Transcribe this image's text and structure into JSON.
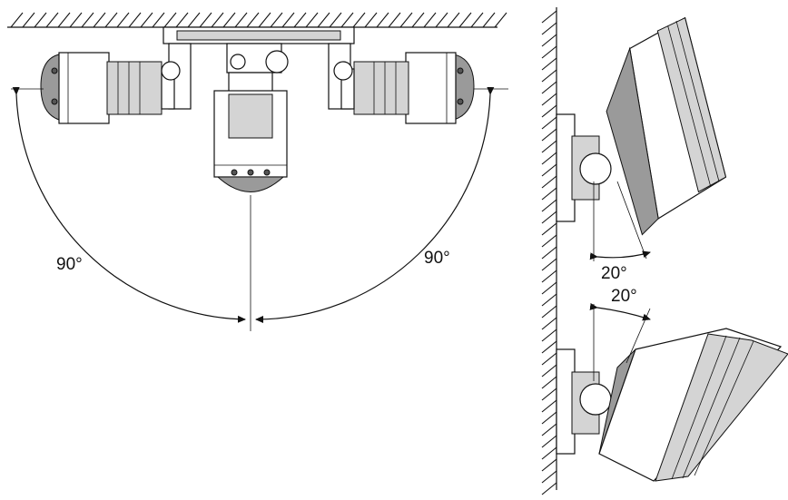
{
  "labels": {
    "pan_left": "90°",
    "pan_right": "90°",
    "tilt_down": "20°",
    "tilt_up": "20°"
  }
}
